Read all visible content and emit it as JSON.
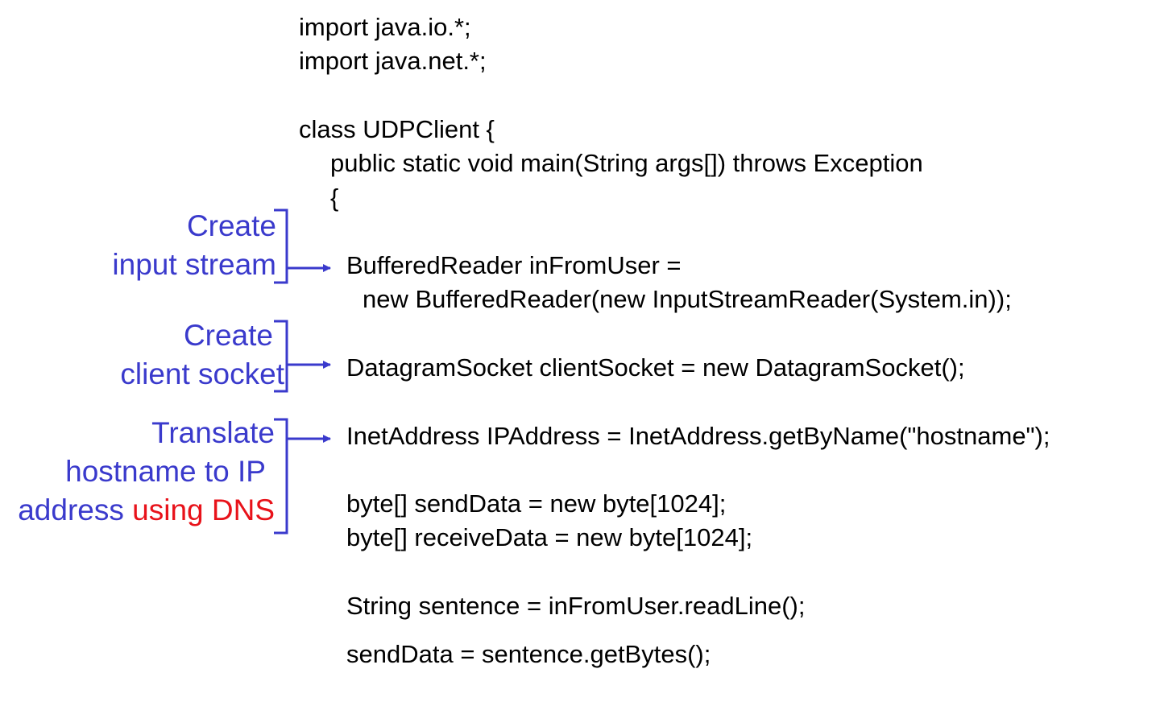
{
  "code": {
    "line1": "import java.io.*;",
    "line2": "import java.net.*;",
    "line3": "class UDPClient {",
    "line4": "public static void main(String args[]) throws Exception",
    "line5": "{",
    "line6": "BufferedReader inFromUser =",
    "line7": "new BufferedReader(new InputStreamReader(System.in));",
    "line8": "DatagramSocket clientSocket = new DatagramSocket();",
    "line9": "InetAddress IPAddress = InetAddress.getByName(\"hostname\");",
    "line10": "byte[] sendData = new byte[1024];",
    "line11": "byte[] receiveData = new byte[1024];",
    "line12": "String sentence = inFromUser.readLine();",
    "line13": "sendData = sentence.getBytes();"
  },
  "annotations": {
    "input_stream": {
      "line1": "Create",
      "line2": "input stream"
    },
    "client_socket": {
      "line1": "Create",
      "line2": "client socket"
    },
    "translate": {
      "line1": "Translate",
      "line2": "hostname to IP",
      "line3_prefix": "address ",
      "line3_highlight": "using DNS"
    }
  },
  "colors": {
    "annotation": "#3a3acc",
    "highlight": "#e8121a",
    "code": "#000000"
  }
}
